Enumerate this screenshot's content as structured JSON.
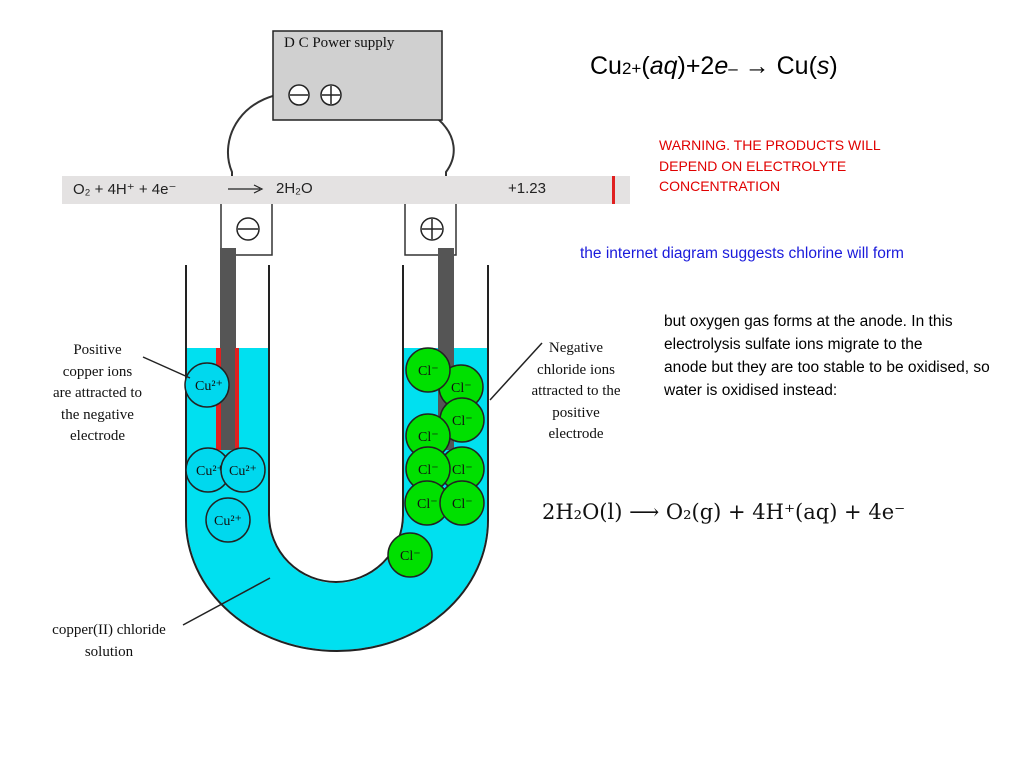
{
  "power_supply": {
    "title": "D C Power supply"
  },
  "band_equation": {
    "lhs": "O₂ + 4H⁺ + 4e⁻",
    "rhs": "2H₂O",
    "value": "+1.23"
  },
  "ions": {
    "cation": "Cu²⁺",
    "anion": "Cl⁻"
  },
  "labels": {
    "positive_copper": [
      "Positive",
      "copper ions",
      "are attracted to",
      "the negative",
      "electrode"
    ],
    "negative_chloride": [
      "Negative",
      "chloride ions",
      "attracted to the",
      "positive",
      "electrode"
    ],
    "solution": [
      "copper(II) chloride",
      "solution"
    ]
  },
  "cathode_equation": {
    "part1": "Cu",
    "charge": "2+",
    "part2": "(",
    "aq": "aq",
    "part3": ")+2",
    "e": "e",
    "minus": "–",
    "arrow": " → Cu(",
    "s": "s",
    "close": ")"
  },
  "warning": "WARNING. THE PRODUCTS WILL DEPEND ON ELECTROLYTE CONCENTRATION",
  "blue_note": "the internet diagram suggests chlorine will form",
  "black_note": "but oxygen gas forms at the anode. In this electrolysis sulfate ions migrate to the\nanode but they are too stable to be oxidised, so water is oxidised instead:",
  "anode_equation": "2H₂O(l)  ⟶  O₂(g)  +  4H⁺(aq)  +  4e⁻",
  "colors": {
    "solution": "#00e0f0",
    "chloride_ion": "#00e000",
    "copper_ion": "#00d8ee",
    "cathode_stripe": "#e02020",
    "electrode": "#555555",
    "psu_box": "#d0d0d0",
    "band": "#e4e2e2",
    "warning": "#e00000",
    "note_blue": "#1a1adb"
  }
}
